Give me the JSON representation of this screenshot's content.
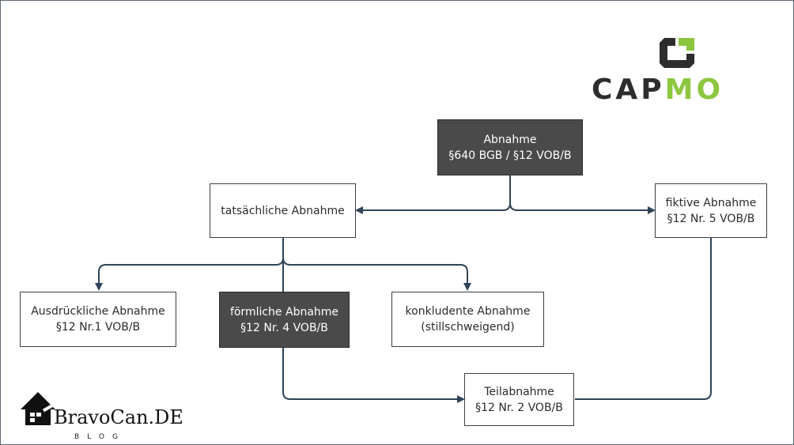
{
  "diagram": {
    "nodes": {
      "abnahme": {
        "line1": "Abnahme",
        "line2": "§640 BGB / §12 VOB/B"
      },
      "tatsaechliche": {
        "line1": "tatsächliche Abnahme"
      },
      "fiktive": {
        "line1": "fiktive Abnahme",
        "line2": "§12 Nr. 5 VOB/B"
      },
      "ausdrueckliche": {
        "line1": "Ausdrückliche Abnahme",
        "line2": "§12 Nr.1 VOB/B"
      },
      "foermliche": {
        "line1": "förmliche Abnahme",
        "line2": "§12 Nr. 4 VOB/B"
      },
      "konkludente": {
        "line1": "konkludente Abnahme",
        "line2": "(stillschweigend)"
      },
      "teilabnahme": {
        "line1": "Teilabnahme",
        "line2": "§12 Nr. 2 VOB/B"
      }
    },
    "edge_color": "#2f4458"
  },
  "logo": {
    "part1": "CAP",
    "part2": "MO",
    "accent_color": "#8cc63f",
    "dark_color": "#2d2d2d"
  },
  "watermark": {
    "name": "BravoCan.DE",
    "sub": "BLOG"
  }
}
